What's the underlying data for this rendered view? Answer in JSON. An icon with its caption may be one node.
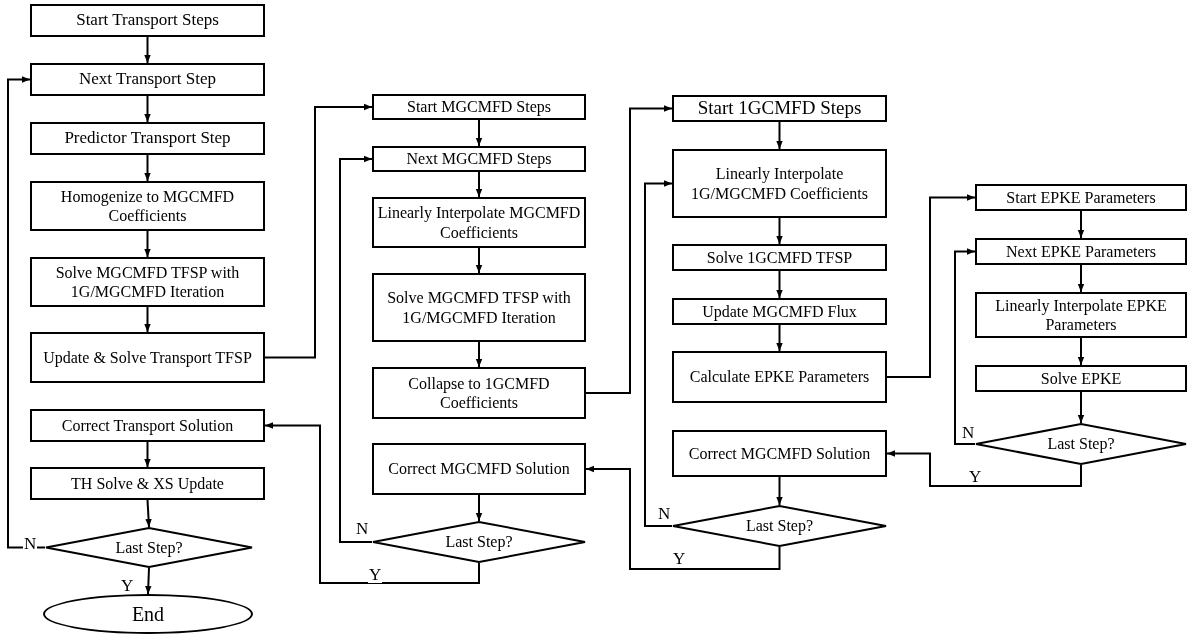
{
  "diagram": {
    "nodes": [
      {
        "text": [
          "Start Transport Steps"
        ]
      },
      {
        "text": [
          "Next Transport Step"
        ]
      },
      {
        "text": [
          "Predictor Transport Step"
        ]
      },
      {
        "text": [
          "Homogenize to MGCMFD Coefficients"
        ]
      },
      {
        "text": [
          "Solve MGCMFD TFSP with 1G/MGCMFD Iteration"
        ]
      },
      {
        "text": [
          "Update & Solve Transport TFSP"
        ]
      },
      {
        "text": [
          "Correct Transport Solution"
        ]
      },
      {
        "text": [
          "TH Solve & XS Update"
        ]
      },
      {
        "text": [
          "Last Step?"
        ]
      },
      {
        "text": [
          "End"
        ]
      },
      {
        "text": [
          "Start MGCMFD Steps"
        ]
      },
      {
        "text": [
          "Next MGCMFD Steps"
        ]
      },
      {
        "text": [
          "Linearly Interpolate MGCMFD Coefficients"
        ]
      },
      {
        "text": [
          "Solve MGCMFD TFSP with 1G/MGCMFD Iteration"
        ]
      },
      {
        "text": [
          "Collapse to 1GCMFD Coefficients"
        ]
      },
      {
        "text": [
          "Correct MGCMFD Solution"
        ]
      },
      {
        "text": [
          "Last Step?"
        ]
      },
      {
        "text": [
          "Start 1GCMFD Steps"
        ]
      },
      {
        "text": [
          "Linearly Interpolate 1G/MGCMFD Coefficients"
        ]
      },
      {
        "text": [
          "Solve 1GCMFD TFSP"
        ]
      },
      {
        "text": [
          "Update MGCMFD Flux"
        ]
      },
      {
        "text": [
          "Calculate EPKE Parameters"
        ]
      },
      {
        "text": [
          "Correct MGCMFD Solution"
        ]
      },
      {
        "text": [
          "Last Step?"
        ]
      },
      {
        "text": [
          "Start EPKE Parameters"
        ]
      },
      {
        "text": [
          "Next EPKE Parameters"
        ]
      },
      {
        "text": [
          "Linearly Interpolate EPKE Parameters"
        ]
      },
      {
        "text": [
          "Solve EPKE"
        ]
      },
      {
        "text": [
          "Last Step?"
        ]
      }
    ],
    "edges": [
      {
        "from": 0,
        "to": 1,
        "arrow": "to"
      },
      {
        "from": 1,
        "to": 2,
        "arrow": "to"
      },
      {
        "from": 2,
        "to": 3,
        "arrow": "to"
      },
      {
        "from": 3,
        "to": 4,
        "arrow": "to"
      },
      {
        "from": 4,
        "to": 5,
        "arrow": "to"
      },
      {
        "from": 5,
        "to": 10,
        "arrow": "to"
      },
      {
        "from": 6,
        "to": 7,
        "arrow": "to"
      },
      {
        "from": 7,
        "to": 8,
        "arrow": "to"
      },
      {
        "from": 8,
        "to": 1,
        "label": "N",
        "arrow": "to"
      },
      {
        "from": 8,
        "to": 9,
        "label": "Y",
        "arrow": "to"
      },
      {
        "from": 10,
        "to": 11,
        "arrow": "to"
      },
      {
        "from": 11,
        "to": 12,
        "arrow": "to"
      },
      {
        "from": 12,
        "to": 13,
        "arrow": "to"
      },
      {
        "from": 13,
        "to": 14,
        "arrow": "to"
      },
      {
        "from": 14,
        "to": 17,
        "arrow": "to"
      },
      {
        "from": 15,
        "to": 16,
        "arrow": "to"
      },
      {
        "from": 16,
        "to": 11,
        "label": "N",
        "arrow": "to"
      },
      {
        "from": 16,
        "to": 6,
        "label": "Y",
        "arrow": "to"
      },
      {
        "from": 17,
        "to": 18,
        "arrow": "to"
      },
      {
        "from": 18,
        "to": 19,
        "arrow": "to"
      },
      {
        "from": 19,
        "to": 20,
        "arrow": "to"
      },
      {
        "from": 20,
        "to": 21,
        "arrow": "to"
      },
      {
        "from": 21,
        "to": 24,
        "arrow": "to"
      },
      {
        "from": 22,
        "to": 23,
        "arrow": "to"
      },
      {
        "from": 23,
        "to": 18,
        "label": "N",
        "arrow": "to"
      },
      {
        "from": 23,
        "to": 15,
        "label": "Y",
        "arrow": "to"
      },
      {
        "from": 24,
        "to": 25,
        "arrow": "to"
      },
      {
        "from": 25,
        "to": 26,
        "arrow": "to"
      },
      {
        "from": 26,
        "to": 27,
        "arrow": "to"
      },
      {
        "from": 27,
        "to": 28,
        "arrow": "to"
      },
      {
        "from": 28,
        "to": 25,
        "label": "N",
        "arrow": "to"
      },
      {
        "from": 28,
        "to": 22,
        "label": "Y",
        "arrow": "to"
      }
    ]
  }
}
